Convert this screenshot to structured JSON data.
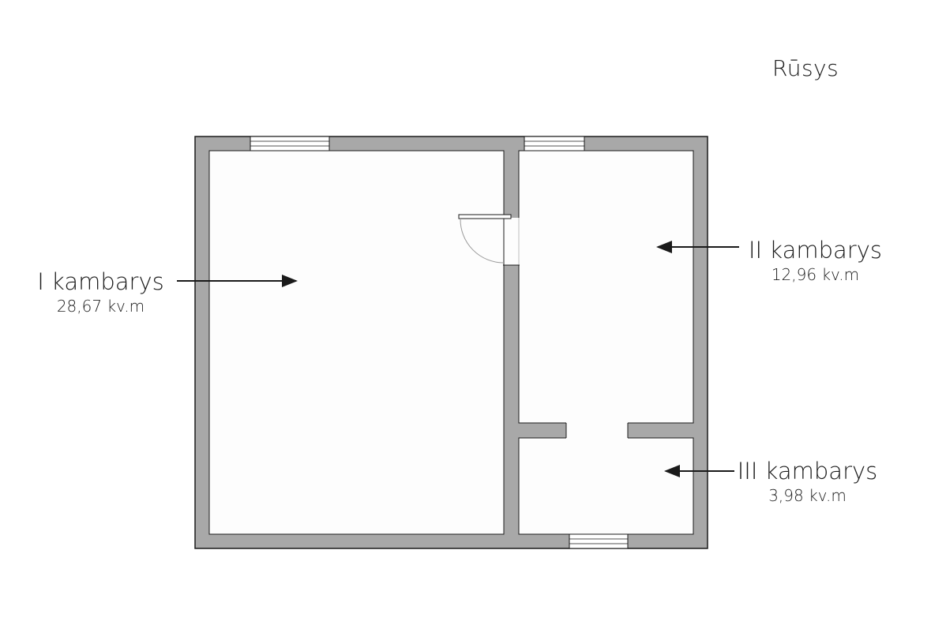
{
  "title": "Rūsys",
  "rooms": [
    {
      "name": "I kambarys",
      "area": "28,67 kv.m"
    },
    {
      "name": "II kambarys",
      "area": "12,96 kv.m"
    },
    {
      "name": "III kambarys",
      "area": "3,98 kv.m"
    }
  ],
  "colors": {
    "wall": "#a8a8a8",
    "wall_outline": "#1a1a1a",
    "floor": "#fdfdfd",
    "text": "#1c1c1c"
  }
}
